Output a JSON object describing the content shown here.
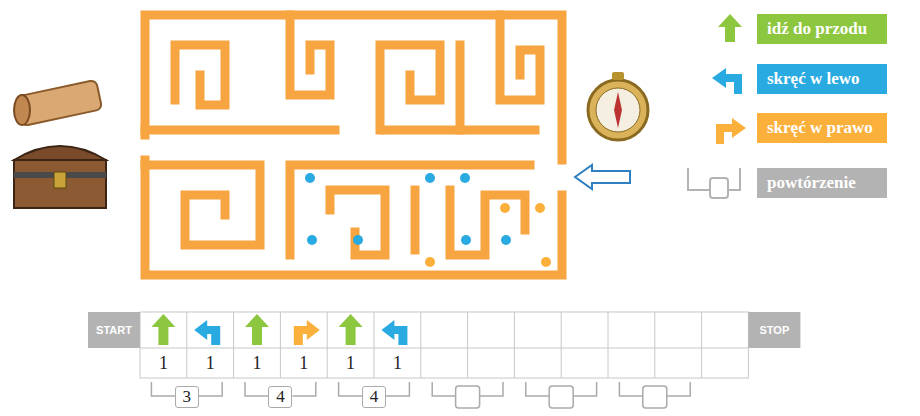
{
  "diagram": {
    "labels": [
      "START",
      "STOP",
      "1",
      "1",
      "1",
      "1",
      "1",
      "1",
      "3",
      "4",
      "4"
    ],
    "legend": [
      {
        "text": "idź do przodu",
        "color": "#8dc63f"
      },
      {
        "text": "skręć w lewo",
        "color": "#29abe2"
      },
      {
        "text": "skręć w prawo",
        "color": "#fbb03b"
      },
      {
        "text": "powtórzenie",
        "color": "#b3b3b3"
      }
    ]
  }
}
